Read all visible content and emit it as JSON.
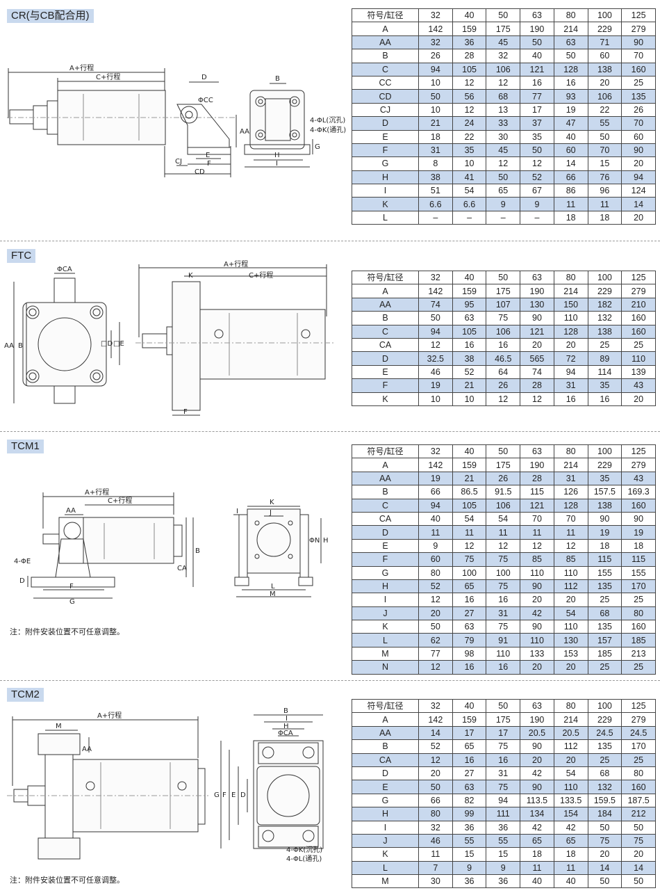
{
  "sections": [
    {
      "title": "CR(与CB配合用)",
      "header": [
        "符号/缸径",
        "32",
        "40",
        "50",
        "63",
        "80",
        "100",
        "125"
      ],
      "rows": [
        [
          "A",
          "142",
          "159",
          "175",
          "190",
          "214",
          "229",
          "279"
        ],
        [
          "AA",
          "32",
          "36",
          "45",
          "50",
          "63",
          "71",
          "90"
        ],
        [
          "B",
          "26",
          "28",
          "32",
          "40",
          "50",
          "60",
          "70"
        ],
        [
          "C",
          "94",
          "105",
          "106",
          "121",
          "128",
          "138",
          "160"
        ],
        [
          "CC",
          "10",
          "12",
          "12",
          "16",
          "16",
          "20",
          "25"
        ],
        [
          "CD",
          "50",
          "56",
          "68",
          "77",
          "93",
          "106",
          "135"
        ],
        [
          "CJ",
          "10",
          "12",
          "13",
          "17",
          "19",
          "22",
          "26"
        ],
        [
          "D",
          "21",
          "24",
          "33",
          "37",
          "47",
          "55",
          "70"
        ],
        [
          "E",
          "18",
          "22",
          "30",
          "35",
          "40",
          "50",
          "60"
        ],
        [
          "F",
          "31",
          "35",
          "45",
          "50",
          "60",
          "70",
          "90"
        ],
        [
          "G",
          "8",
          "10",
          "12",
          "12",
          "14",
          "15",
          "20"
        ],
        [
          "H",
          "38",
          "41",
          "50",
          "52",
          "66",
          "76",
          "94"
        ],
        [
          "I",
          "51",
          "54",
          "65",
          "67",
          "86",
          "96",
          "124"
        ],
        [
          "K",
          "6.6",
          "6.6",
          "9",
          "9",
          "11",
          "11",
          "14"
        ],
        [
          "L",
          "–",
          "–",
          "–",
          "–",
          "18",
          "18",
          "20"
        ]
      ],
      "labels": [
        "A+行程",
        "C+行程",
        "D",
        "ΦCC",
        "AA",
        "CJ",
        "E",
        "F",
        "CD",
        "B",
        "4-ΦL(沉孔)",
        "4-ΦK(通孔)",
        "G",
        "H",
        "I"
      ]
    },
    {
      "title": "FTC",
      "header": [
        "符号/缸径",
        "32",
        "40",
        "50",
        "63",
        "80",
        "100",
        "125"
      ],
      "rows": [
        [
          "A",
          "142",
          "159",
          "175",
          "190",
          "214",
          "229",
          "279"
        ],
        [
          "AA",
          "74",
          "95",
          "107",
          "130",
          "150",
          "182",
          "210"
        ],
        [
          "B",
          "50",
          "63",
          "75",
          "90",
          "110",
          "132",
          "160"
        ],
        [
          "C",
          "94",
          "105",
          "106",
          "121",
          "128",
          "138",
          "160"
        ],
        [
          "CA",
          "12",
          "16",
          "16",
          "20",
          "20",
          "25",
          "25"
        ],
        [
          "D",
          "32.5",
          "38",
          "46.5",
          "565",
          "72",
          "89",
          "110"
        ],
        [
          "E",
          "46",
          "52",
          "64",
          "74",
          "94",
          "114",
          "139"
        ],
        [
          "F",
          "19",
          "21",
          "26",
          "28",
          "31",
          "35",
          "43"
        ],
        [
          "K",
          "10",
          "10",
          "12",
          "12",
          "16",
          "16",
          "20"
        ]
      ],
      "labels": [
        "ΦCA",
        "AA",
        "B",
        "□D",
        "□E",
        "A+行程",
        "K",
        "C+行程",
        "F"
      ]
    },
    {
      "title": "TCM1",
      "header": [
        "符号/缸径",
        "32",
        "40",
        "50",
        "63",
        "80",
        "100",
        "125"
      ],
      "rows": [
        [
          "A",
          "142",
          "159",
          "175",
          "190",
          "214",
          "229",
          "279"
        ],
        [
          "AA",
          "19",
          "21",
          "26",
          "28",
          "31",
          "35",
          "43"
        ],
        [
          "B",
          "66",
          "86.5",
          "91.5",
          "115",
          "126",
          "157.5",
          "169.3"
        ],
        [
          "C",
          "94",
          "105",
          "106",
          "121",
          "128",
          "138",
          "160"
        ],
        [
          "CA",
          "40",
          "54",
          "54",
          "70",
          "70",
          "90",
          "90"
        ],
        [
          "D",
          "11",
          "11",
          "11",
          "11",
          "11",
          "19",
          "19"
        ],
        [
          "E",
          "9",
          "12",
          "12",
          "12",
          "12",
          "18",
          "18"
        ],
        [
          "F",
          "60",
          "75",
          "75",
          "85",
          "85",
          "115",
          "115"
        ],
        [
          "G",
          "80",
          "100",
          "100",
          "110",
          "110",
          "155",
          "155"
        ],
        [
          "H",
          "52",
          "65",
          "75",
          "90",
          "112",
          "135",
          "170"
        ],
        [
          "I",
          "12",
          "16",
          "16",
          "20",
          "20",
          "25",
          "25"
        ],
        [
          "J",
          "20",
          "27",
          "31",
          "42",
          "54",
          "68",
          "80"
        ],
        [
          "K",
          "50",
          "63",
          "75",
          "90",
          "110",
          "135",
          "160"
        ],
        [
          "L",
          "62",
          "79",
          "91",
          "110",
          "130",
          "157",
          "185"
        ],
        [
          "M",
          "77",
          "98",
          "110",
          "133",
          "153",
          "185",
          "213"
        ],
        [
          "N",
          "12",
          "16",
          "16",
          "20",
          "20",
          "25",
          "25"
        ]
      ],
      "labels": [
        "A+行程",
        "C+行程",
        "AA",
        "B",
        "CA",
        "4-ΦE",
        "D",
        "F",
        "G",
        "K",
        "J",
        "I",
        "ΦN",
        "H",
        "L",
        "M"
      ],
      "note": "注：附件安装位置不可任意调整。"
    },
    {
      "title": "TCM2",
      "header": [
        "符号/缸径",
        "32",
        "40",
        "50",
        "63",
        "80",
        "100",
        "125"
      ],
      "rows": [
        [
          "A",
          "142",
          "159",
          "175",
          "190",
          "214",
          "229",
          "279"
        ],
        [
          "AA",
          "14",
          "17",
          "17",
          "20.5",
          "20.5",
          "24.5",
          "24.5"
        ],
        [
          "B",
          "52",
          "65",
          "75",
          "90",
          "112",
          "135",
          "170"
        ],
        [
          "CA",
          "12",
          "16",
          "16",
          "20",
          "20",
          "25",
          "25"
        ],
        [
          "D",
          "20",
          "27",
          "31",
          "42",
          "54",
          "68",
          "80"
        ],
        [
          "E",
          "50",
          "63",
          "75",
          "90",
          "110",
          "132",
          "160"
        ],
        [
          "G",
          "66",
          "82",
          "94",
          "113.5",
          "133.5",
          "159.5",
          "187.5"
        ],
        [
          "H",
          "80",
          "99",
          "111",
          "134",
          "154",
          "184",
          "212"
        ],
        [
          "I",
          "32",
          "36",
          "36",
          "42",
          "42",
          "50",
          "50"
        ],
        [
          "J",
          "46",
          "55",
          "55",
          "65",
          "65",
          "75",
          "75"
        ],
        [
          "K",
          "11",
          "15",
          "15",
          "18",
          "18",
          "20",
          "20"
        ],
        [
          "L",
          "7",
          "9",
          "9",
          "11",
          "11",
          "14",
          "14"
        ],
        [
          "M",
          "30",
          "36",
          "36",
          "40",
          "40",
          "50",
          "50"
        ]
      ],
      "labels": [
        "M",
        "A+行程",
        "AA",
        "B",
        "I",
        "H",
        "ΦCA",
        "G",
        "F",
        "E",
        "D",
        "4-ΦK(沉孔)",
        "4-ΦL(通孔)"
      ],
      "note": "注：附件安装位置不可任意调整。"
    }
  ]
}
